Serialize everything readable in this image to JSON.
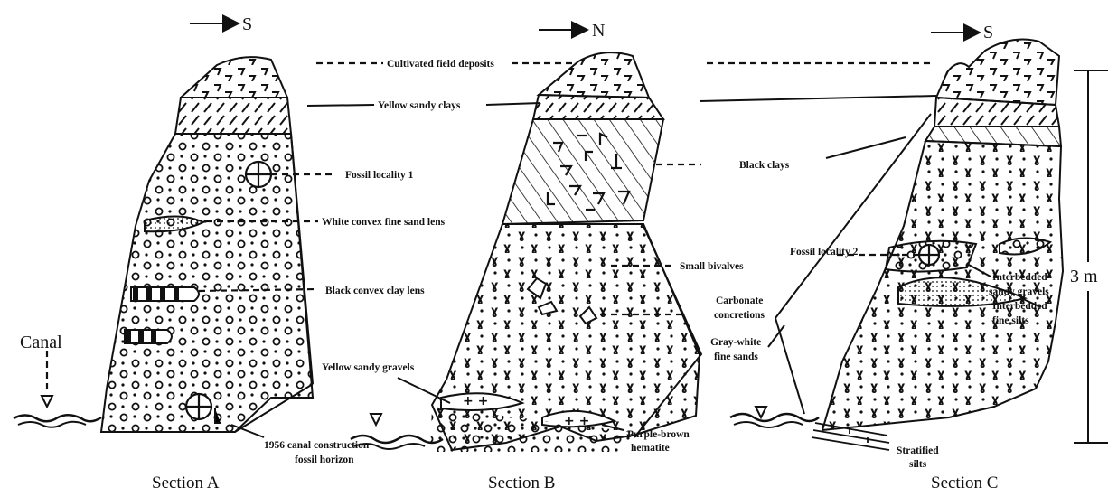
{
  "directions": [
    "S",
    "N",
    "S"
  ],
  "sections": [
    "Section A",
    "Section B",
    "Section C"
  ],
  "labels": {
    "canal": "Canal",
    "cultivated": "Cultivated field deposits",
    "yellow_clays": "Yellow sandy clays",
    "fossil1": "Fossil locality 1",
    "white_lens": "White convex fine sand lens",
    "black_lens": "Black convex clay lens",
    "canal_horizon_1": "1956 canal construction",
    "canal_horizon_2": "fossil horizon",
    "black_clays": "Black clays",
    "small_bivalves": "Small bivalves",
    "carbonate_1": "Carbonate",
    "carbonate_2": "concretions",
    "yellow_gravels": "Yellow sandy gravels",
    "gray_white_1": "Gray-white",
    "gray_white_2": "fine sands",
    "purple_1": "Purple-brown",
    "purple_2": "hematite",
    "fossil2": "Fossil locality 2",
    "interbedded_gravels_1": "Interbedded",
    "interbedded_gravels_2": "sandy gravels",
    "interbedded_silts_1": "Interbedded",
    "interbedded_silts_2": "fine silts",
    "stratified_1": "Stratified",
    "stratified_2": "silts",
    "scale": "3 m"
  }
}
